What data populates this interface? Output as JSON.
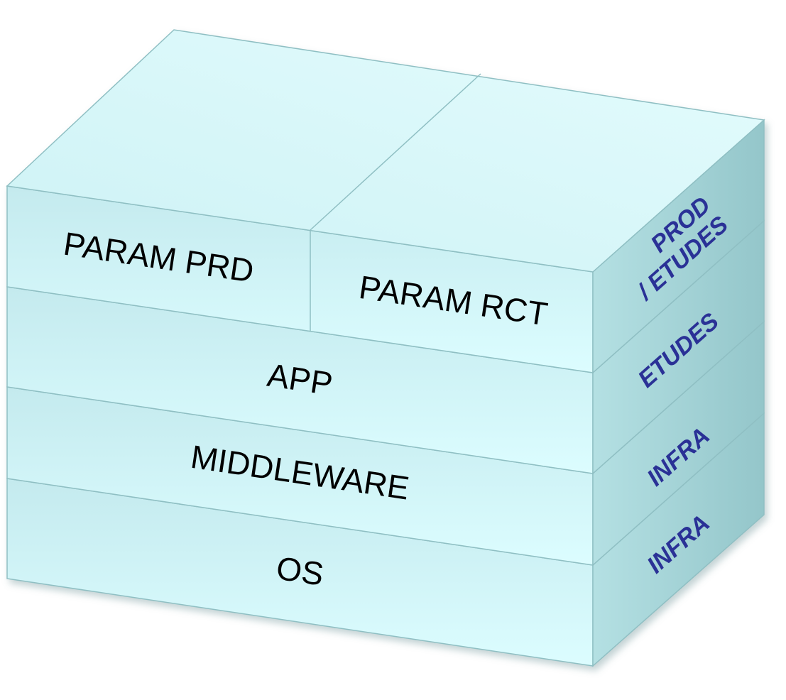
{
  "diagram": {
    "front_labels": {
      "param_prd": "PARAM PRD",
      "param_rct": "PARAM RCT",
      "app": "APP",
      "middleware": "MIDDLEWARE",
      "os": "OS"
    },
    "side_labels": {
      "param_line1": "PROD",
      "param_line2": "/ ETUDES",
      "app": "ETUDES",
      "middleware": "INFRA",
      "os": "INFRA"
    },
    "colors": {
      "front_top": "#c6ecef",
      "front_bottom": "#dbfcfe",
      "top_face": "#d8f8fa",
      "side_face": "#9ecfd2",
      "edge": "#8fbfc3",
      "side_text": "#2a3196"
    }
  }
}
